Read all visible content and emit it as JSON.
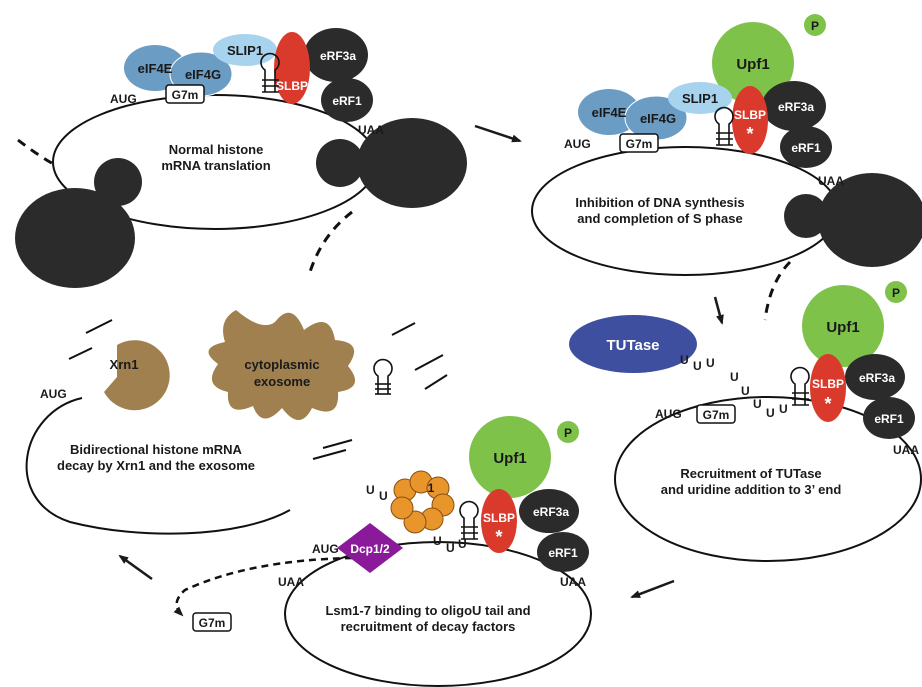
{
  "colors": {
    "ribosome": "#2b2b2b",
    "eif": "#6b9cc4",
    "slip1": "#a8d3ef",
    "slbp": "#d93a2c",
    "upf1": "#7fc24a",
    "tutase": "#3d4f9e",
    "exosome": "#a0804f",
    "lsm": "#e8962b",
    "dcp": "#8b1a9b"
  },
  "stage1": {
    "caption1": "Normal histone",
    "caption2": "mRNA translation",
    "eif4e": "eIF4E",
    "eif4g": "eIF4G",
    "slip1": "SLIP1",
    "slbp": "SLBP",
    "erf3a": "eRF3a",
    "erf1": "eRF1",
    "g7m": "G7m",
    "aug": "AUG",
    "uaa": "UAA"
  },
  "stage2": {
    "caption1": "Inhibition of DNA synthesis",
    "caption2": "and completion of S phase",
    "upf1": "Upf1",
    "p": "P",
    "eif4e": "eIF4E",
    "eif4g": "eIF4G",
    "slip1": "SLIP1",
    "slbp": "SLBP",
    "star": "*",
    "erf3a": "eRF3a",
    "erf1": "eRF1",
    "g7m": "G7m",
    "aug": "AUG",
    "uaa": "UAA"
  },
  "stage3": {
    "caption1": "Recruitment of TUTase",
    "caption2": "and uridine addition to 3’ end",
    "tutase": "TUTase",
    "upf1": "Upf1",
    "p": "P",
    "slbp": "SLBP",
    "star": "*",
    "erf3a": "eRF3a",
    "erf1": "eRF1",
    "g7m": "G7m",
    "aug": "AUG",
    "uaa": "UAA",
    "u": "U"
  },
  "stage4": {
    "caption1": "Lsm1-7 binding to oligoU tail and",
    "caption2": "recruitment of decay factors",
    "upf1": "Upf1",
    "p": "P",
    "lsm": "1",
    "slbp": "SLBP",
    "star": "*",
    "erf3a": "eRF3a",
    "erf1": "eRF1",
    "dcp": "Dcp1/2",
    "aug": "AUG",
    "uaa1": "UAA",
    "uaa2": "UAA",
    "g7m": "G7m",
    "u": "U"
  },
  "stage5": {
    "caption1": "Bidirectional histone mRNA",
    "caption2": "decay by Xrn1 and the exosome",
    "xrn1": "Xrn1",
    "exosome1": "cytoplasmic",
    "exosome2": "exosome",
    "aug": "AUG"
  }
}
